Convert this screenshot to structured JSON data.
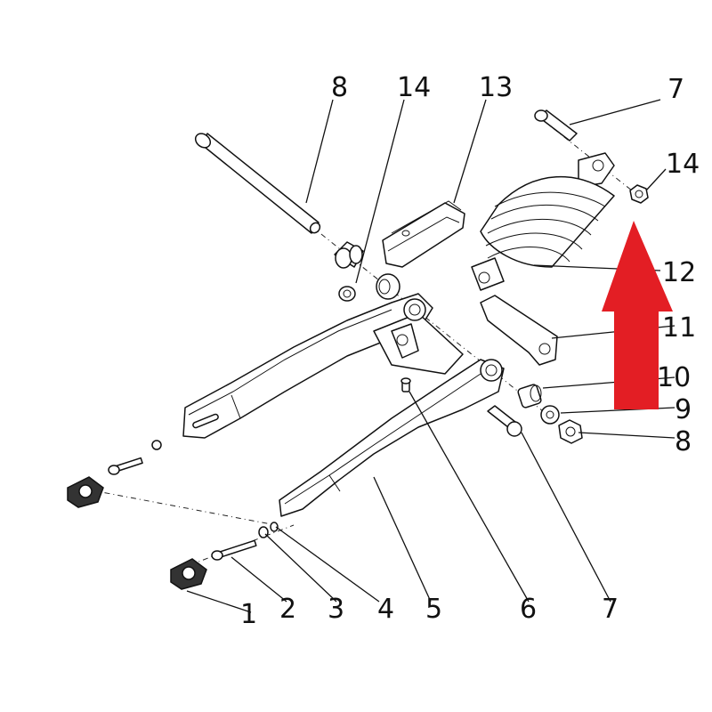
{
  "diagram": {
    "callouts": [
      {
        "id": "c1",
        "text": "1"
      },
      {
        "id": "c2",
        "text": "2"
      },
      {
        "id": "c3",
        "text": "3"
      },
      {
        "id": "c4",
        "text": "4"
      },
      {
        "id": "c5",
        "text": "5"
      },
      {
        "id": "c6",
        "text": "6"
      },
      {
        "id": "c7b",
        "text": "7"
      },
      {
        "id": "c8b",
        "text": "8"
      },
      {
        "id": "c9",
        "text": "9"
      },
      {
        "id": "c10",
        "text": "10"
      },
      {
        "id": "c11",
        "text": "11"
      },
      {
        "id": "c12",
        "text": "12"
      },
      {
        "id": "c14r",
        "text": "14"
      },
      {
        "id": "c7t",
        "text": "7"
      },
      {
        "id": "c13",
        "text": "13"
      },
      {
        "id": "c14l",
        "text": "14"
      },
      {
        "id": "c8t",
        "text": "8"
      }
    ],
    "arrow_color": "#e31e24"
  }
}
